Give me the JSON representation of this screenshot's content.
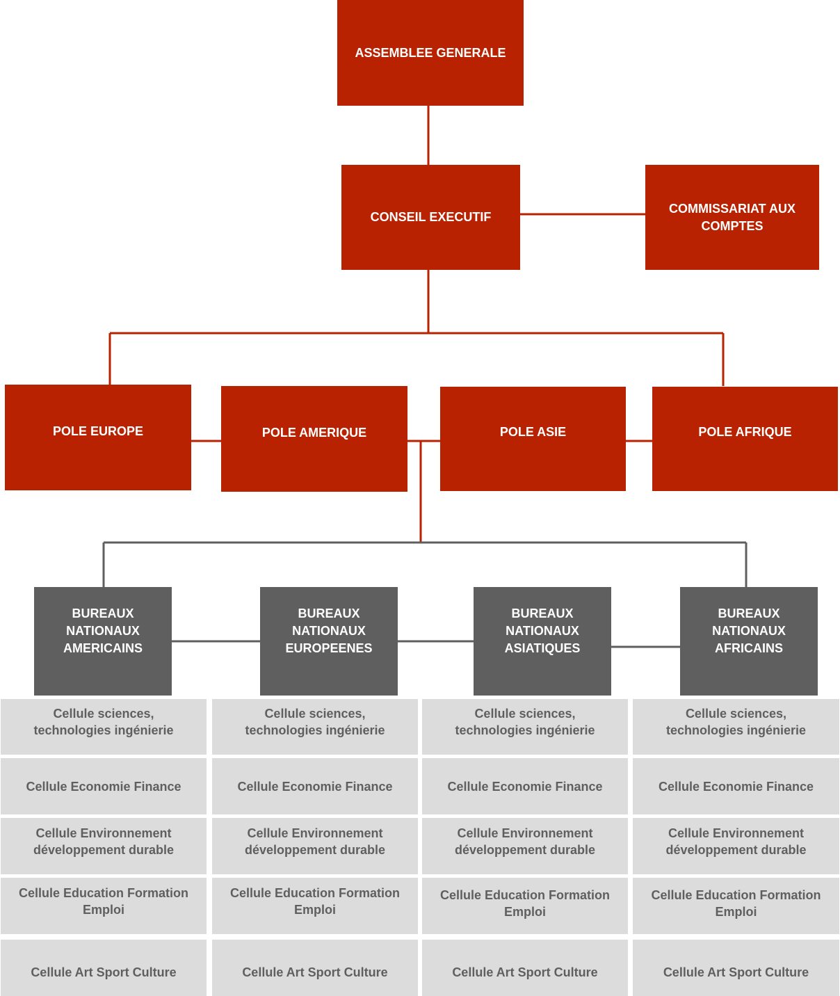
{
  "colors": {
    "red": "#b82200",
    "dark_gray": "#5f5f5f",
    "cell_bg": "#dcdcdc",
    "cell_text": "#5f5f5f",
    "red_line": "#b82200",
    "gray_line": "#5f5f5f"
  },
  "assemblee": "ASSEMBLEE GENERALE",
  "conseil": "CONSEIL EXECUTIF",
  "commissariat": "COMMISSARIAT AUX\nCOMPTES",
  "poles": [
    "POLE EUROPE",
    "POLE AMERIQUE",
    "POLE ASIE",
    "POLE AFRIQUE"
  ],
  "bureaux": [
    "BUREAUX\nNATIONAUX\nAMERICAINS",
    "BUREAUX\nNATIONAUX\nEUROPEENES",
    "BUREAUX\nNATIONAUX\nASIATIQUES",
    "BUREAUX\nNATIONAUX\nAFRICAINS"
  ],
  "cellules": [
    [
      "Cellule sciences,\ntechnologies ingénierie",
      "Cellule Economie Finance",
      "Cellule Environnement\ndéveloppement durable",
      "Cellule Education Formation\nEmploi",
      "Cellule Art Sport Culture"
    ],
    [
      "Cellule sciences,\ntechnologies ingénierie",
      "Cellule Economie Finance",
      "Cellule Environnement\ndéveloppement durable",
      "Cellule Education Formation\nEmploi",
      "Cellule Art Sport Culture"
    ],
    [
      "Cellule sciences,\ntechnologies ingénierie",
      "Cellule Economie Finance",
      "Cellule Environnement\ndéveloppement durable",
      "Cellule Education Formation\nEmploi",
      "Cellule Art Sport Culture"
    ],
    [
      "Cellule sciences,\ntechnologies ingénierie",
      "Cellule Economie Finance",
      "Cellule Environnement\ndéveloppement durable",
      "Cellule Education Formation\nEmploi",
      "Cellule Art Sport Culture"
    ]
  ]
}
